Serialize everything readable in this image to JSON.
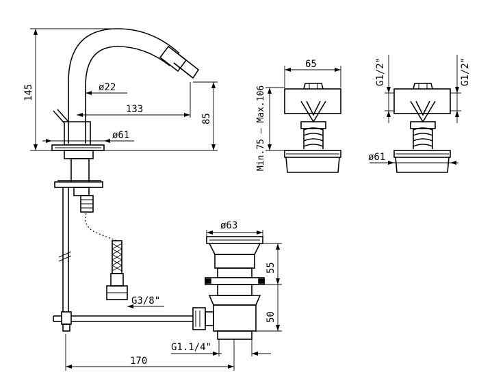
{
  "dimensions": {
    "mixer_height": "145",
    "spout_diameter": "ø22",
    "spout_reach": "133",
    "spout_height": "85",
    "base_diameter": "ø61",
    "cross_width": "65",
    "install_range": "Min.75 – Max.106",
    "inlet_thread_left": "G1/2\"",
    "inlet_thread_right": "G1/2\"",
    "flange_diameter": "ø61",
    "waste_diameter": "ø63",
    "waste_upper_height": "55",
    "waste_lower_height": "50",
    "hose_thread": "G3/8\"",
    "waste_thread": "G1.1/4\"",
    "rod_length": "170"
  }
}
